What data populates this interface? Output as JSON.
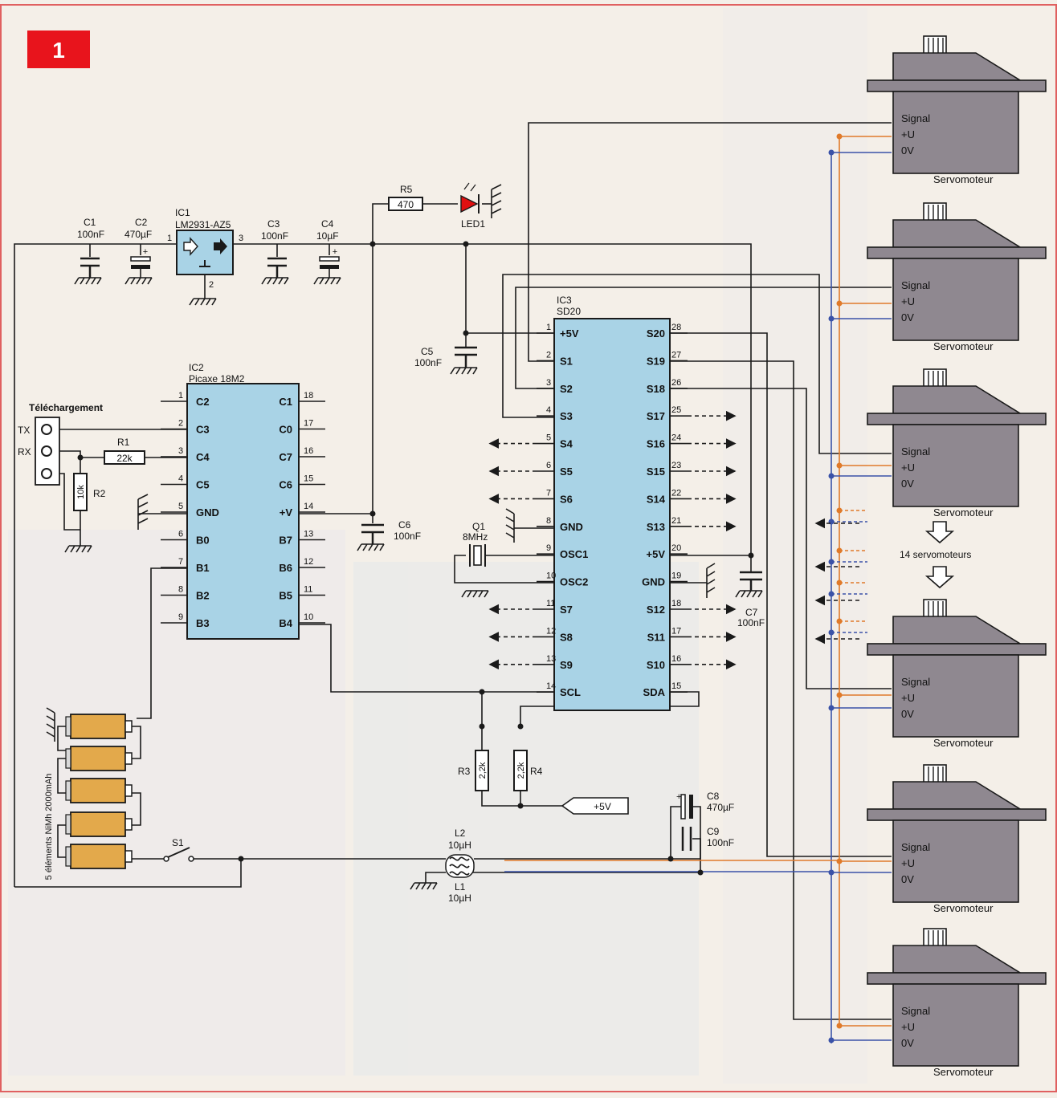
{
  "figure": {
    "number": "1"
  },
  "colors": {
    "badge": "#e8141c",
    "ic_fill": "#a9d3e6",
    "servo_fill": "#8f8890",
    "battery_fill": "#e3a94b",
    "signal_wire": "#e07a2a",
    "ground_wire": "#3a52a8",
    "wire": "#1a1a1a",
    "led": "#e01010"
  },
  "components": {
    "c1": {
      "name": "C1",
      "value": "100nF"
    },
    "c2": {
      "name": "C2",
      "value": "470µF"
    },
    "ic1": {
      "name": "IC1",
      "part": "LM2931-AZ5",
      "pin1": "1",
      "pin2": "2",
      "pin3": "3"
    },
    "c3": {
      "name": "C3",
      "value": "100nF"
    },
    "c4": {
      "name": "C4",
      "value": "10µF"
    },
    "r5": {
      "name": "R5",
      "value": "470"
    },
    "led1": {
      "name": "LED1"
    },
    "c5": {
      "name": "C5",
      "value": "100nF"
    },
    "c6": {
      "name": "C6",
      "value": "100nF"
    },
    "c7": {
      "name": "C7",
      "value": "100nF"
    },
    "c8": {
      "name": "C8",
      "value": "470µF"
    },
    "c9": {
      "name": "C9",
      "value": "100nF"
    },
    "q1": {
      "name": "Q1",
      "value": "8MHz"
    },
    "r1": {
      "name": "R1",
      "value": "22k"
    },
    "r2": {
      "name": "R2",
      "value": "10k"
    },
    "r3": {
      "name": "R3",
      "value": "2,2k"
    },
    "r4": {
      "name": "R4",
      "value": "2,2k"
    },
    "l2": {
      "name": "L2",
      "value": "10µH"
    },
    "l1": {
      "name": "L1",
      "value": "10µH"
    },
    "s1": {
      "name": "S1"
    },
    "plus5v": "+5V",
    "battery": "5 éléments NiMh 2000mAh"
  },
  "download": {
    "title": "Téléchargement",
    "tx": "TX",
    "rx": "RX"
  },
  "ic2": {
    "name": "IC2",
    "part": "Picaxe 18M2",
    "left_pins": [
      {
        "num": "1",
        "label": "C2"
      },
      {
        "num": "2",
        "label": "C3"
      },
      {
        "num": "3",
        "label": "C4"
      },
      {
        "num": "4",
        "label": "C5"
      },
      {
        "num": "5",
        "label": "GND"
      },
      {
        "num": "6",
        "label": "B0"
      },
      {
        "num": "7",
        "label": "B1"
      },
      {
        "num": "8",
        "label": "B2"
      },
      {
        "num": "9",
        "label": "B3"
      }
    ],
    "right_pins": [
      {
        "num": "18",
        "label": "C1"
      },
      {
        "num": "17",
        "label": "C0"
      },
      {
        "num": "16",
        "label": "C7"
      },
      {
        "num": "15",
        "label": "C6"
      },
      {
        "num": "14",
        "label": "+V"
      },
      {
        "num": "13",
        "label": "B7"
      },
      {
        "num": "12",
        "label": "B6"
      },
      {
        "num": "11",
        "label": "B5"
      },
      {
        "num": "10",
        "label": "B4"
      }
    ]
  },
  "ic3": {
    "name": "IC3",
    "part": "SD20",
    "left_pins": [
      {
        "num": "1",
        "label": "+5V"
      },
      {
        "num": "2",
        "label": "S1"
      },
      {
        "num": "3",
        "label": "S2"
      },
      {
        "num": "4",
        "label": "S3"
      },
      {
        "num": "5",
        "label": "S4"
      },
      {
        "num": "6",
        "label": "S5"
      },
      {
        "num": "7",
        "label": "S6"
      },
      {
        "num": "8",
        "label": "GND"
      },
      {
        "num": "9",
        "label": "OSC1"
      },
      {
        "num": "10",
        "label": "OSC2"
      },
      {
        "num": "11",
        "label": "S7"
      },
      {
        "num": "12",
        "label": "S8"
      },
      {
        "num": "13",
        "label": "S9"
      },
      {
        "num": "14",
        "label": "SCL"
      }
    ],
    "right_pins": [
      {
        "num": "28",
        "label": "S20"
      },
      {
        "num": "27",
        "label": "S19"
      },
      {
        "num": "26",
        "label": "S18"
      },
      {
        "num": "25",
        "label": "S17"
      },
      {
        "num": "24",
        "label": "S16"
      },
      {
        "num": "23",
        "label": "S15"
      },
      {
        "num": "22",
        "label": "S14"
      },
      {
        "num": "21",
        "label": "S13"
      },
      {
        "num": "20",
        "label": "+5V"
      },
      {
        "num": "19",
        "label": "GND"
      },
      {
        "num": "18",
        "label": "S12"
      },
      {
        "num": "17",
        "label": "S11"
      },
      {
        "num": "16",
        "label": "S10"
      },
      {
        "num": "15",
        "label": "SDA"
      }
    ]
  },
  "servos": [
    {
      "title": "Servomoteur",
      "signal": "Signal",
      "plus": "+U",
      "ov": "0V"
    },
    {
      "title": "Servomoteur",
      "signal": "Signal",
      "plus": "+U",
      "ov": "0V"
    },
    {
      "title": "Servomoteur",
      "signal": "Signal",
      "plus": "+U",
      "ov": "0V"
    },
    {
      "title": "Servomoteur",
      "signal": "Signal",
      "plus": "+U",
      "ov": "0V"
    },
    {
      "title": "Servomoteur",
      "signal": "Signal",
      "plus": "+U",
      "ov": "0V"
    },
    {
      "title": "Servomoteur",
      "signal": "Signal",
      "plus": "+U",
      "ov": "0V"
    }
  ],
  "servo_count_label": "14 servomoteurs"
}
